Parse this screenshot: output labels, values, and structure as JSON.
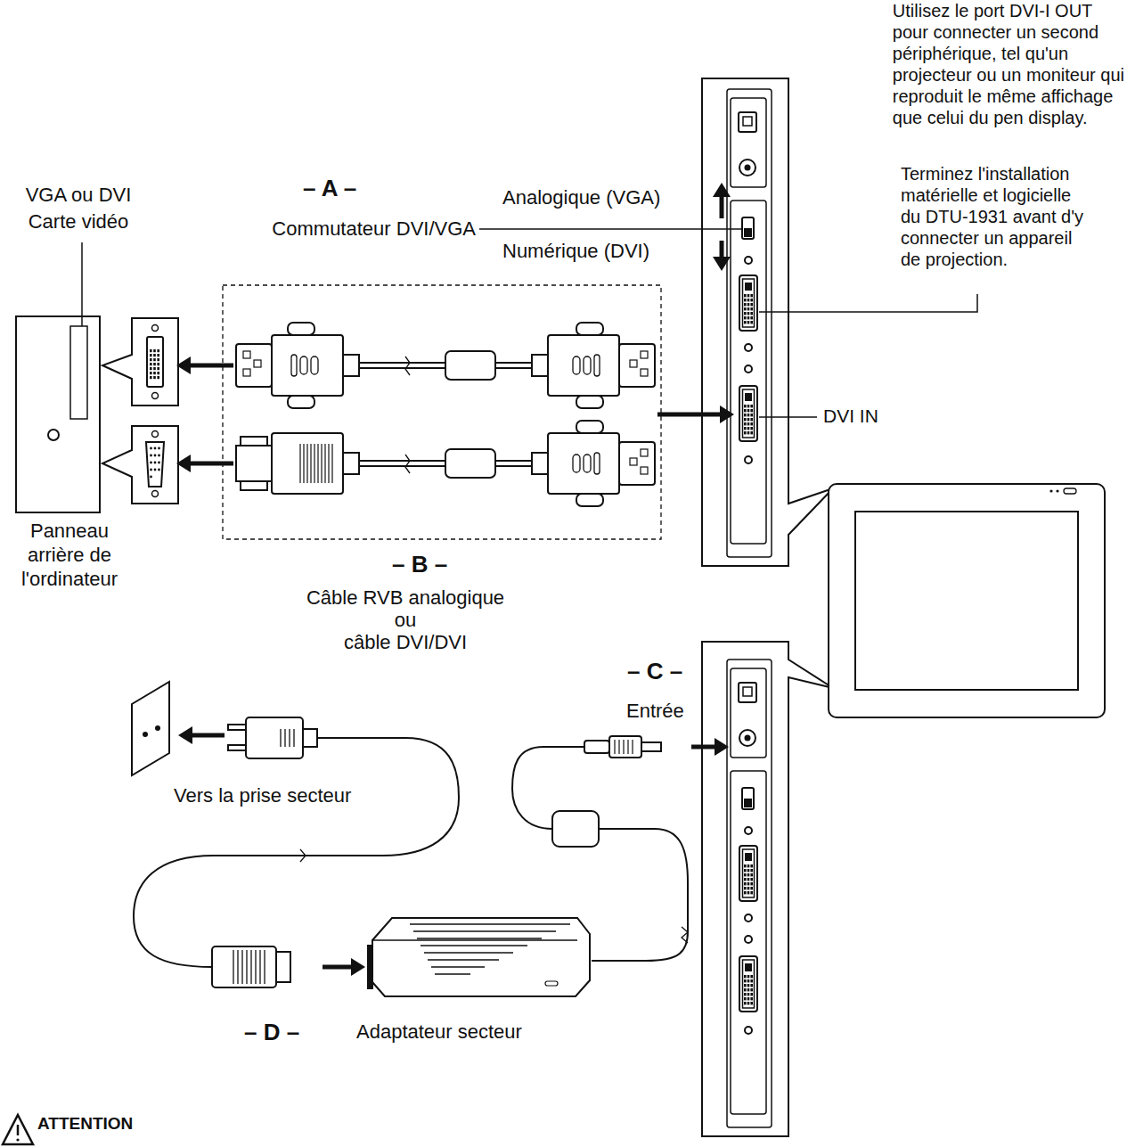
{
  "diagram": {
    "labels": [
      "Utilisez le port DVI-I OUT pour connecter un second périphérique, tel qu'un projecteur ou un moniteur qui reproduit le même affichage que celui du pen display.",
      "Terminez l'installation matérielle et logicielle du DTU-1931 avant d'y connecter un appareil de projection.",
      "– A –",
      "VGA ou DVI Carte vidéo",
      "Commutateur DVI/VGA",
      "Analogique (VGA)",
      "Numérique (DVI)",
      "DVI IN",
      "Panneau arrière de l'ordinateur",
      "– B –",
      "Câble RVB analogique ou câble DVI/DVI",
      "– C –",
      "Entrée",
      "Vers la prise secteur",
      "– D –",
      "Adaptateur secteur",
      "ATTENTION"
    ]
  }
}
